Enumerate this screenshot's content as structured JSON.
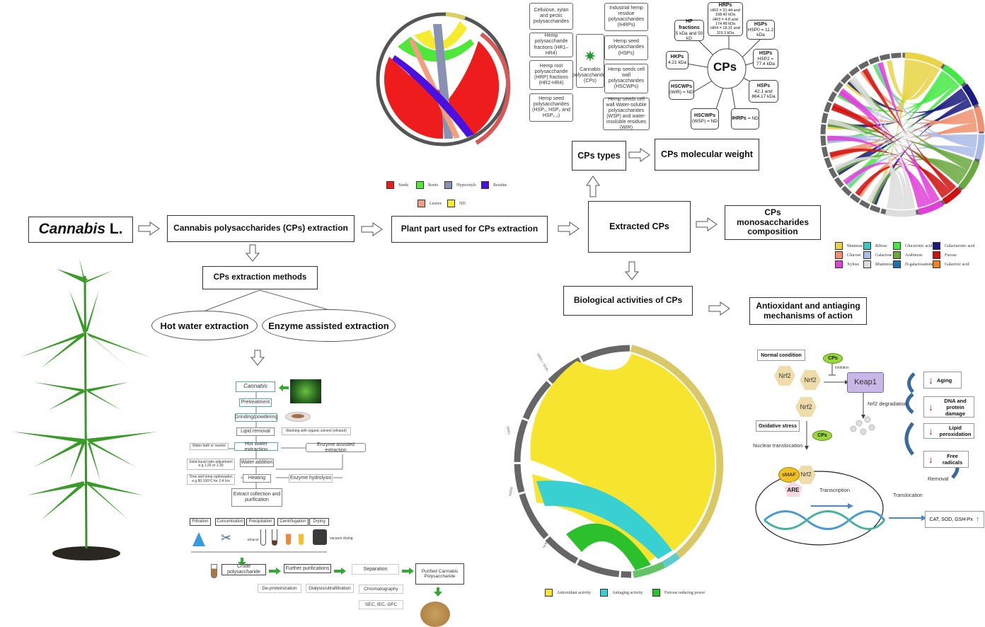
{
  "main_flow": {
    "cannabis_title": "Cannabis",
    "cannabis_suffix": " L.",
    "extraction": "Cannabis polysaccharides (CPs) extraction",
    "plant_part": "Plant part used for CPs extraction",
    "extracted": "Extracted CPs",
    "types": "CPs types",
    "molecular_weight": "CPs molecular weight",
    "monosaccharides": "CPs monosaccharides composition",
    "biological": "Biological activities of CPs",
    "antioxidant_mech": "Antioxidant and antiaging mechanisms of action",
    "extraction_methods": "CPs extraction methods",
    "hot_water": "Hot water extraction",
    "enzyme_assisted": "Enzyme assisted extraction"
  },
  "cp_types": {
    "center_label": "Cannabis polysaccharides (CPs)",
    "left": [
      "Cellulose, xylan and pectic polysaccharides",
      "Hemp polysaccharide fractions (HR1–HR4)",
      "Hemp root polysaccharide (HRP) fractions (HR2-HR4)",
      "Hemp seed polysaccharides (HSP₁, HSP₂ and HSP₀.₂)"
    ],
    "right": [
      "Industrial hemp residue polysaccharides (IHRPs)",
      "Hemp seed polysaccharides (HSPs)",
      "Hemp seeds cell wall polysaccharides (HSCWPs)",
      "Hemp seeds cell wall Water-soluble polysaccharides (WSP) and water-insoluble residues (WIR)"
    ]
  },
  "molecular_weight": {
    "center": "CPs",
    "nodes": [
      {
        "title": "HP fractions",
        "value": "5 kDa and 50 kD"
      },
      {
        "title": "HRPs",
        "value": "HR2 = 31.44 and 168.42 kDa; HR3 = 4.8 and 174.48 kDa; HR4 = 18.31 and 119.3 kDa"
      },
      {
        "title": "HSPs",
        "value": "HSP0 = 11.2 kDa"
      },
      {
        "title": "HKPs",
        "value": "4.21 kDa"
      },
      {
        "title": "HSPs",
        "value": "HSP2 = 77.4 kDa"
      },
      {
        "title": "HSCWPs",
        "value": "(WIR) = ND"
      },
      {
        "title": "HSPs",
        "value": "42.1 and 864.17 kDa"
      },
      {
        "title": "HSCWPs",
        "value": "(WSP) = ND"
      },
      {
        "title": "IHRPs",
        "value": "= ND"
      }
    ],
    "hrp_lines": [
      "HR2 = 31.44 and 168.42 kDa",
      "HR3 = 4.8 and 174.48 kDa",
      "HR4 = 18.31 and 119.3 kDa"
    ]
  },
  "plant_part_chart": {
    "legend": [
      {
        "label": "Seeds",
        "color": "#ee1c1c"
      },
      {
        "label": "Roots",
        "color": "#4fe83a"
      },
      {
        "label": "Hypocotyls",
        "color": "#8893b3"
      },
      {
        "label": "Residue",
        "color": "#4a10e0"
      },
      {
        "label": "Leaves",
        "color": "#f0a080"
      },
      {
        "label": "ND",
        "color": "#f5ec30"
      }
    ]
  },
  "monosaccharide_chart": {
    "legend": [
      {
        "label": "Mannose",
        "color": "#e8d444"
      },
      {
        "label": "Ribose",
        "color": "#3cc8c0"
      },
      {
        "label": "Glucuronic acid",
        "color": "#44e844"
      },
      {
        "label": "Galacturonic acid",
        "color": "#1a1a80"
      },
      {
        "label": "Glucose",
        "color": "#f09070"
      },
      {
        "label": "Galactose",
        "color": "#aabbe8"
      },
      {
        "label": "Arabinose",
        "color": "#6aa840"
      },
      {
        "label": "Fucose",
        "color": "#d01010"
      },
      {
        "label": "Xylose",
        "color": "#e040d8"
      },
      {
        "label": "Rhamnose",
        "color": "#dddddd"
      },
      {
        "label": "D-galactosamine",
        "color": "#2070b0"
      },
      {
        "label": "Galactoic acid",
        "color": "#f08020"
      }
    ]
  },
  "bioactivity_chart": {
    "sectors": [
      "HRPs + HSPs",
      "HSPs",
      "IHRPs",
      "HKPs",
      "HP"
    ],
    "legend": [
      {
        "label": "Antioxidant activity",
        "color": "#f7e42e"
      },
      {
        "label": "Antiaging activity",
        "color": "#38d0d0"
      },
      {
        "label": "Ferrous reducing power",
        "color": "#2cc02c"
      }
    ]
  },
  "extraction_flow": {
    "cannabis": "Cannabis",
    "pretreatment": "Pretreatment",
    "grinding": "Grinding/powdering",
    "lipid_removal": "Lipid removal",
    "washing": "Washing with organic solvent (ethanol)",
    "water_bath": "Water bath or reactor",
    "hot_water": "Hot water extraction",
    "enzyme_assisted": "Enzyme assisted extraction",
    "solid_liquid": "Solid-liquid ratio adjustment e.g 1:20 or 1:30",
    "water_addition": "Water addition",
    "time_temp": "Time and temp optimization e.g 80-100ºC for 2-4 hrs",
    "heating": "Heating",
    "enzyme_hydrolysis": "Enzyme hydrolysis",
    "extract_collection": "Extract collection and purification",
    "steps": [
      "Filtration",
      "Concentration",
      "Precipitation",
      "Centrifugation",
      "Drying"
    ],
    "ethanol": "Ethanol",
    "vacuum_drying": "vacuum drying",
    "crude": "Crude polysaccharide",
    "further": "Further purifications",
    "separation": "Separation",
    "purified": "Purified Cannabis Polysaccharide",
    "deproteinization": "De-proteinization",
    "dialysis": "Dialysis/ultrafiltration",
    "chromatography": "Chromatography",
    "sec": "SEC, IEC, GFC"
  },
  "mechanism": {
    "normal_condition": "Normal condition",
    "cps": "CPs",
    "inhibition": "inhibition",
    "nrf2": "Nrf2",
    "keap1": "Keap1",
    "nrf2_degradation": "Nrf2 degradation",
    "oxidative_stress": "Oxidative stress",
    "nuclear_translocation": "Nuclear translocation",
    "smaf": "sMAF",
    "are": "ARE",
    "transcription": "Transcription",
    "translocation": "Translocation",
    "enzymes": "CAT, SOD, GSH-Px",
    "removal": "Removal",
    "outcomes": [
      "Aging",
      "DNA and protein damage",
      "Lipid peroxidation",
      "Free radicals"
    ]
  }
}
